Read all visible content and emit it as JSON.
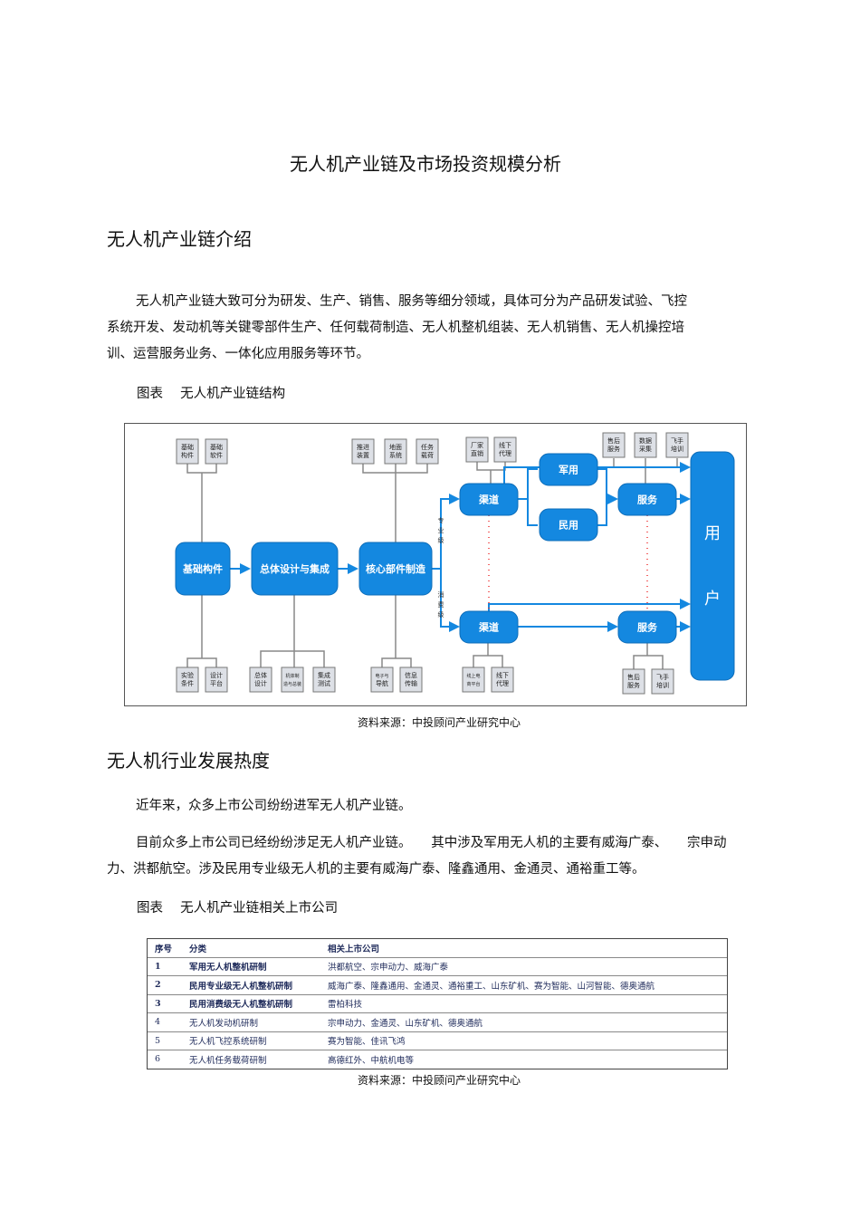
{
  "doc": {
    "title": "无人机产业链及市场投资规模分析",
    "section1": "无人机产业链介绍",
    "para1_line1": "无人机产业链大致可分为研发、生产、销售、服务等细分领域，具体可分为产品研发试验、飞控",
    "para1_line2": "系统开发、发动机等关键零部件生产、任何载荷制造、无人机整机组装、无人机销售、无人机操控培",
    "para1_line3": "训、运营服务业务、一体化应用服务等环节。",
    "fig1_caption": "图表　 无人机产业链结构",
    "source": "资料来源：中投顾问产业研究中心",
    "section2": "无人机行业发展热度",
    "para2": "近年来，众多上市公司纷纷进军无人机产业链。",
    "para3_line1": "目前众多上市公司已经纷纷涉足无人机产业链。　　其中涉及军用无人机的主要有威海广泰、　　宗申动",
    "para3_line2": "力、洪都航空。涉及民用专业级无人机的主要有威海广泰、隆鑫通用、金通灵、通裕重工等。",
    "fig2_caption": "图表　 无人机产业链相关上市公司"
  },
  "diagram": {
    "main": [
      "基础构件",
      "总体设计与集成",
      "核心部件制造",
      "渠道",
      "渠道",
      "军用",
      "民用",
      "服务",
      "服务",
      "用户"
    ],
    "user_chars": [
      "用",
      "户"
    ],
    "levels": [
      "专业级",
      "消费级"
    ],
    "small": [
      [
        "基础",
        "构件"
      ],
      [
        "基础",
        "软件"
      ],
      [
        "推进",
        "装置"
      ],
      [
        "地面",
        "系统"
      ],
      [
        "任务",
        "载荷"
      ],
      [
        "厂家",
        "直销"
      ],
      [
        "线下",
        "代理"
      ],
      [
        "售后",
        "服务"
      ],
      [
        "数据",
        "采集"
      ],
      [
        "飞手",
        "培训"
      ],
      [
        "实验",
        "条件"
      ],
      [
        "设计",
        "平台"
      ],
      [
        "总体",
        "设计"
      ],
      [
        "机体制",
        "造与总装"
      ],
      [
        "集成",
        "测试"
      ],
      [
        "电子与",
        "导航"
      ],
      [
        "信息",
        "传输"
      ],
      [
        "线上电",
        "商平台"
      ],
      [
        "线下",
        "代理"
      ],
      [
        "售后",
        "服务"
      ],
      [
        "飞手",
        "培训"
      ]
    ],
    "color": "#1488e0"
  },
  "table": {
    "headers": [
      "序号",
      "分类",
      "相关上市公司"
    ],
    "rows": [
      [
        "1",
        "军用无人机整机研制",
        "洪都航空、宗申动力、威海广泰"
      ],
      [
        "2",
        "民用专业级无人机整机研制",
        "威海广泰、隆鑫通用、金通灵、通裕重工、山东矿机、赛为智能、山河智能、德奥通航"
      ],
      [
        "3",
        "民用消费级无人机整机研制",
        "雷柏科技"
      ],
      [
        "4",
        "无人机发动机研制",
        "宗申动力、金通灵、山东矿机、德奥通航"
      ],
      [
        "5",
        "无人机飞控系统研制",
        "赛为智能、佳讯飞鸿"
      ],
      [
        "6",
        "无人机任务载荷研制",
        "高德红外、中航机电等"
      ]
    ]
  }
}
